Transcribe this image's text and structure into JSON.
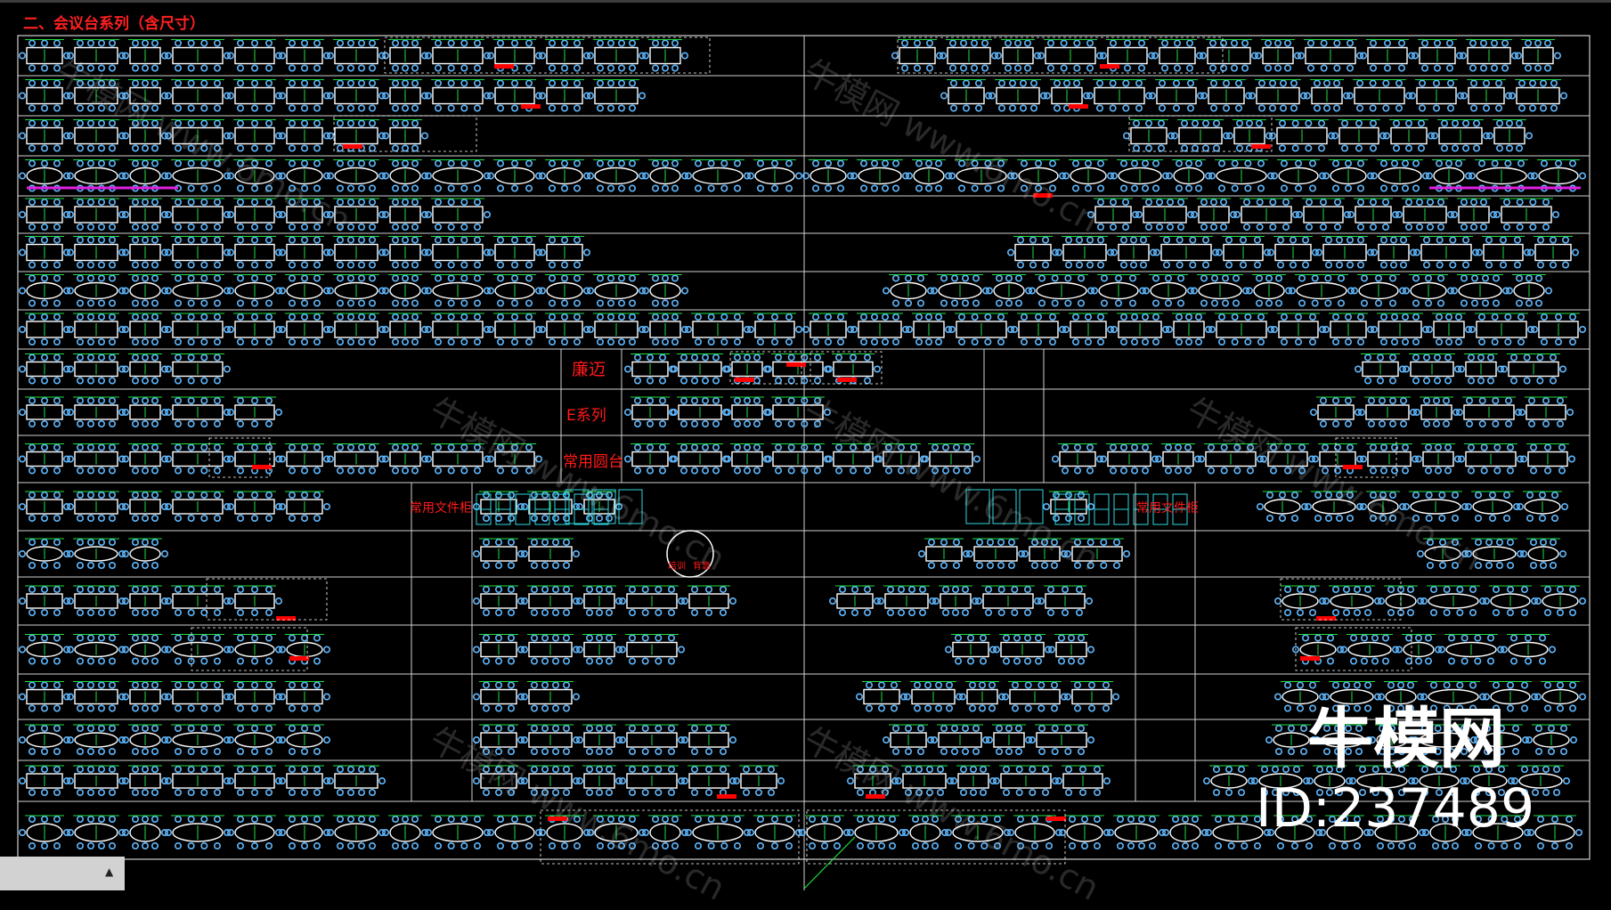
{
  "title": "二、会议台系列（含尺寸）",
  "labels": {
    "lianmai": "廉迈",
    "e_series": "E系列",
    "round_table": "常用圆台",
    "file_cabinet": "常用文件柜",
    "badge_left": "培训",
    "badge_right": "背靠"
  },
  "watermark": {
    "brand": "牛模网",
    "id": "ID:237489",
    "faint": "牛模网 www.6mo.cn"
  },
  "colors": {
    "background": "#000000",
    "grid": "#d0d0d0",
    "chair": "#5fb8ff",
    "table": "#ffffff",
    "accent_green": "#20e040",
    "label_red": "#ff1a1a",
    "magenta": "#e020e0",
    "highlight_red": "#ff0000"
  }
}
